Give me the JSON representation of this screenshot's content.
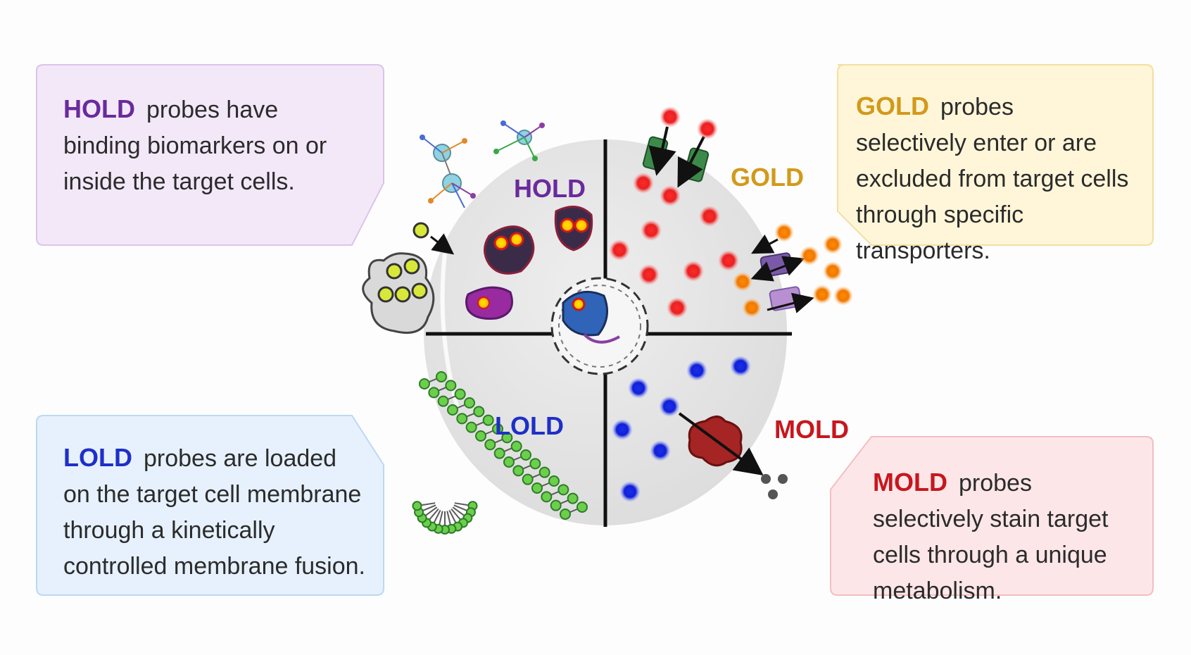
{
  "colors": {
    "hold": "#6a2a9c",
    "gold": "#d29a1a",
    "lold": "#1f2fc8",
    "mold": "#c8161e",
    "hold_box_bg": "#f3e8f8",
    "hold_box_border": "#dcc3ea",
    "gold_box_bg": "#fff6d9",
    "gold_box_border": "#f3dfa0",
    "lold_box_bg": "#e6f1fd",
    "lold_box_border": "#bcd8f3",
    "mold_box_bg": "#fde6e8",
    "mold_box_border": "#f2bfc3"
  },
  "callouts": {
    "hold": {
      "keyword": "HOLD",
      "text": "probes have binding biomarkers on or inside the target cells."
    },
    "gold": {
      "keyword": "GOLD",
      "text": "probes selectively enter or are excluded from target cells through specific transporters."
    },
    "lold": {
      "keyword": "LOLD",
      "text": "probes are loaded on the target cell membrane through a kinetically controlled membrane fusion."
    },
    "mold": {
      "keyword": "MOLD",
      "text": "probes selectively stain target cells through a unique metabolism."
    }
  },
  "quadrants": {
    "hold": "HOLD",
    "gold": "GOLD",
    "lold": "LOLD",
    "mold": "MOLD"
  },
  "icons": [
    "antibody-network-icon",
    "vesicle-icon",
    "transporter-icon",
    "lipid-bilayer-icon",
    "micelle-icon",
    "enzyme-icon",
    "cell-icon",
    "probe-dot-icon"
  ]
}
